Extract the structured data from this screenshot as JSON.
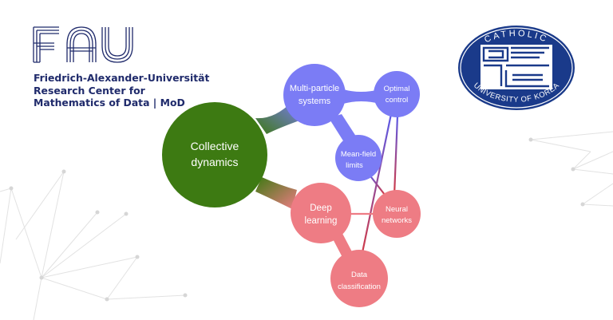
{
  "logos": {
    "fau": {
      "wordmark": "FAU",
      "line1": "Friedrich-Alexander-Universität",
      "line2": "Research Center for",
      "line3": "Mathematics of Data | MoD",
      "color": "#1f2a6b"
    },
    "cuk": {
      "top_text": "CATHOLIC",
      "bottom_text": "UNIVERSITY OF KOREA",
      "color": "#1a3a8a"
    }
  },
  "diagram": {
    "colors": {
      "green": "#3d7a12",
      "purple": "#7b7cf5",
      "salmon": "#ee7c84"
    },
    "nodes": {
      "collective": {
        "line1": "Collective",
        "line2": "dynamics"
      },
      "multiparticle": {
        "line1": "Multi-particle",
        "line2": "systems"
      },
      "optimal": {
        "line1": "Optimal",
        "line2": "control"
      },
      "meanfield": {
        "line1": "Mean-field",
        "line2": "limits"
      },
      "deep": {
        "line1": "Deep",
        "line2": "learning"
      },
      "neural": {
        "line1": "Neural",
        "line2": "networks"
      },
      "data": {
        "line1": "Data",
        "line2": "classification"
      }
    }
  }
}
